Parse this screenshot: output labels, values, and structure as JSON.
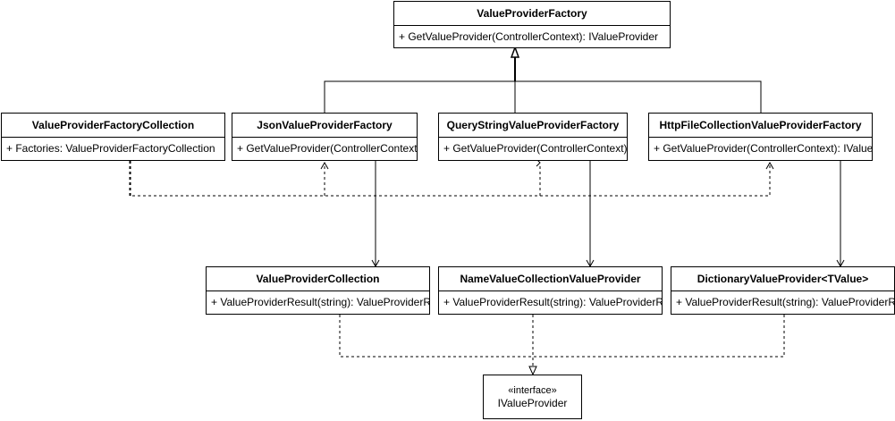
{
  "classes": {
    "value_provider_factory": {
      "name": "ValueProviderFactory",
      "member": "+ GetValueProvider(ControllerContext): IValueProvider"
    },
    "value_provider_factory_collection": {
      "name": "ValueProviderFactoryCollection",
      "member": "+ Factories: ValueProviderFactoryCollection"
    },
    "json_value_provider_factory": {
      "name": "JsonValueProviderFactory",
      "member": "+ GetValueProvider(ControllerContext): IValueProvider"
    },
    "query_string_value_provider_factory": {
      "name": "QueryStringValueProviderFactory",
      "member": "+ GetValueProvider(ControllerContext): IValueProvider"
    },
    "http_file_collection_value_provider_factory": {
      "name": "HttpFileCollectionValueProviderFactory",
      "member": "+ GetValueProvider(ControllerContext): IValueProvider"
    },
    "value_provider_collection": {
      "name": "ValueProviderCollection",
      "member": "+ ValueProviderResult(string): ValueProviderResult"
    },
    "name_value_collection_value_provider": {
      "name": "NameValueCollectionValueProvider",
      "member": "+ ValueProviderResult(string): ValueProviderResult"
    },
    "dictionary_value_provider": {
      "name": "DictionaryValueProvider<TValue>",
      "member": "+ ValueProviderResult(string): ValueProviderResult"
    }
  },
  "interface": {
    "stereotype": "«interface»",
    "name": "IValueProvider"
  }
}
